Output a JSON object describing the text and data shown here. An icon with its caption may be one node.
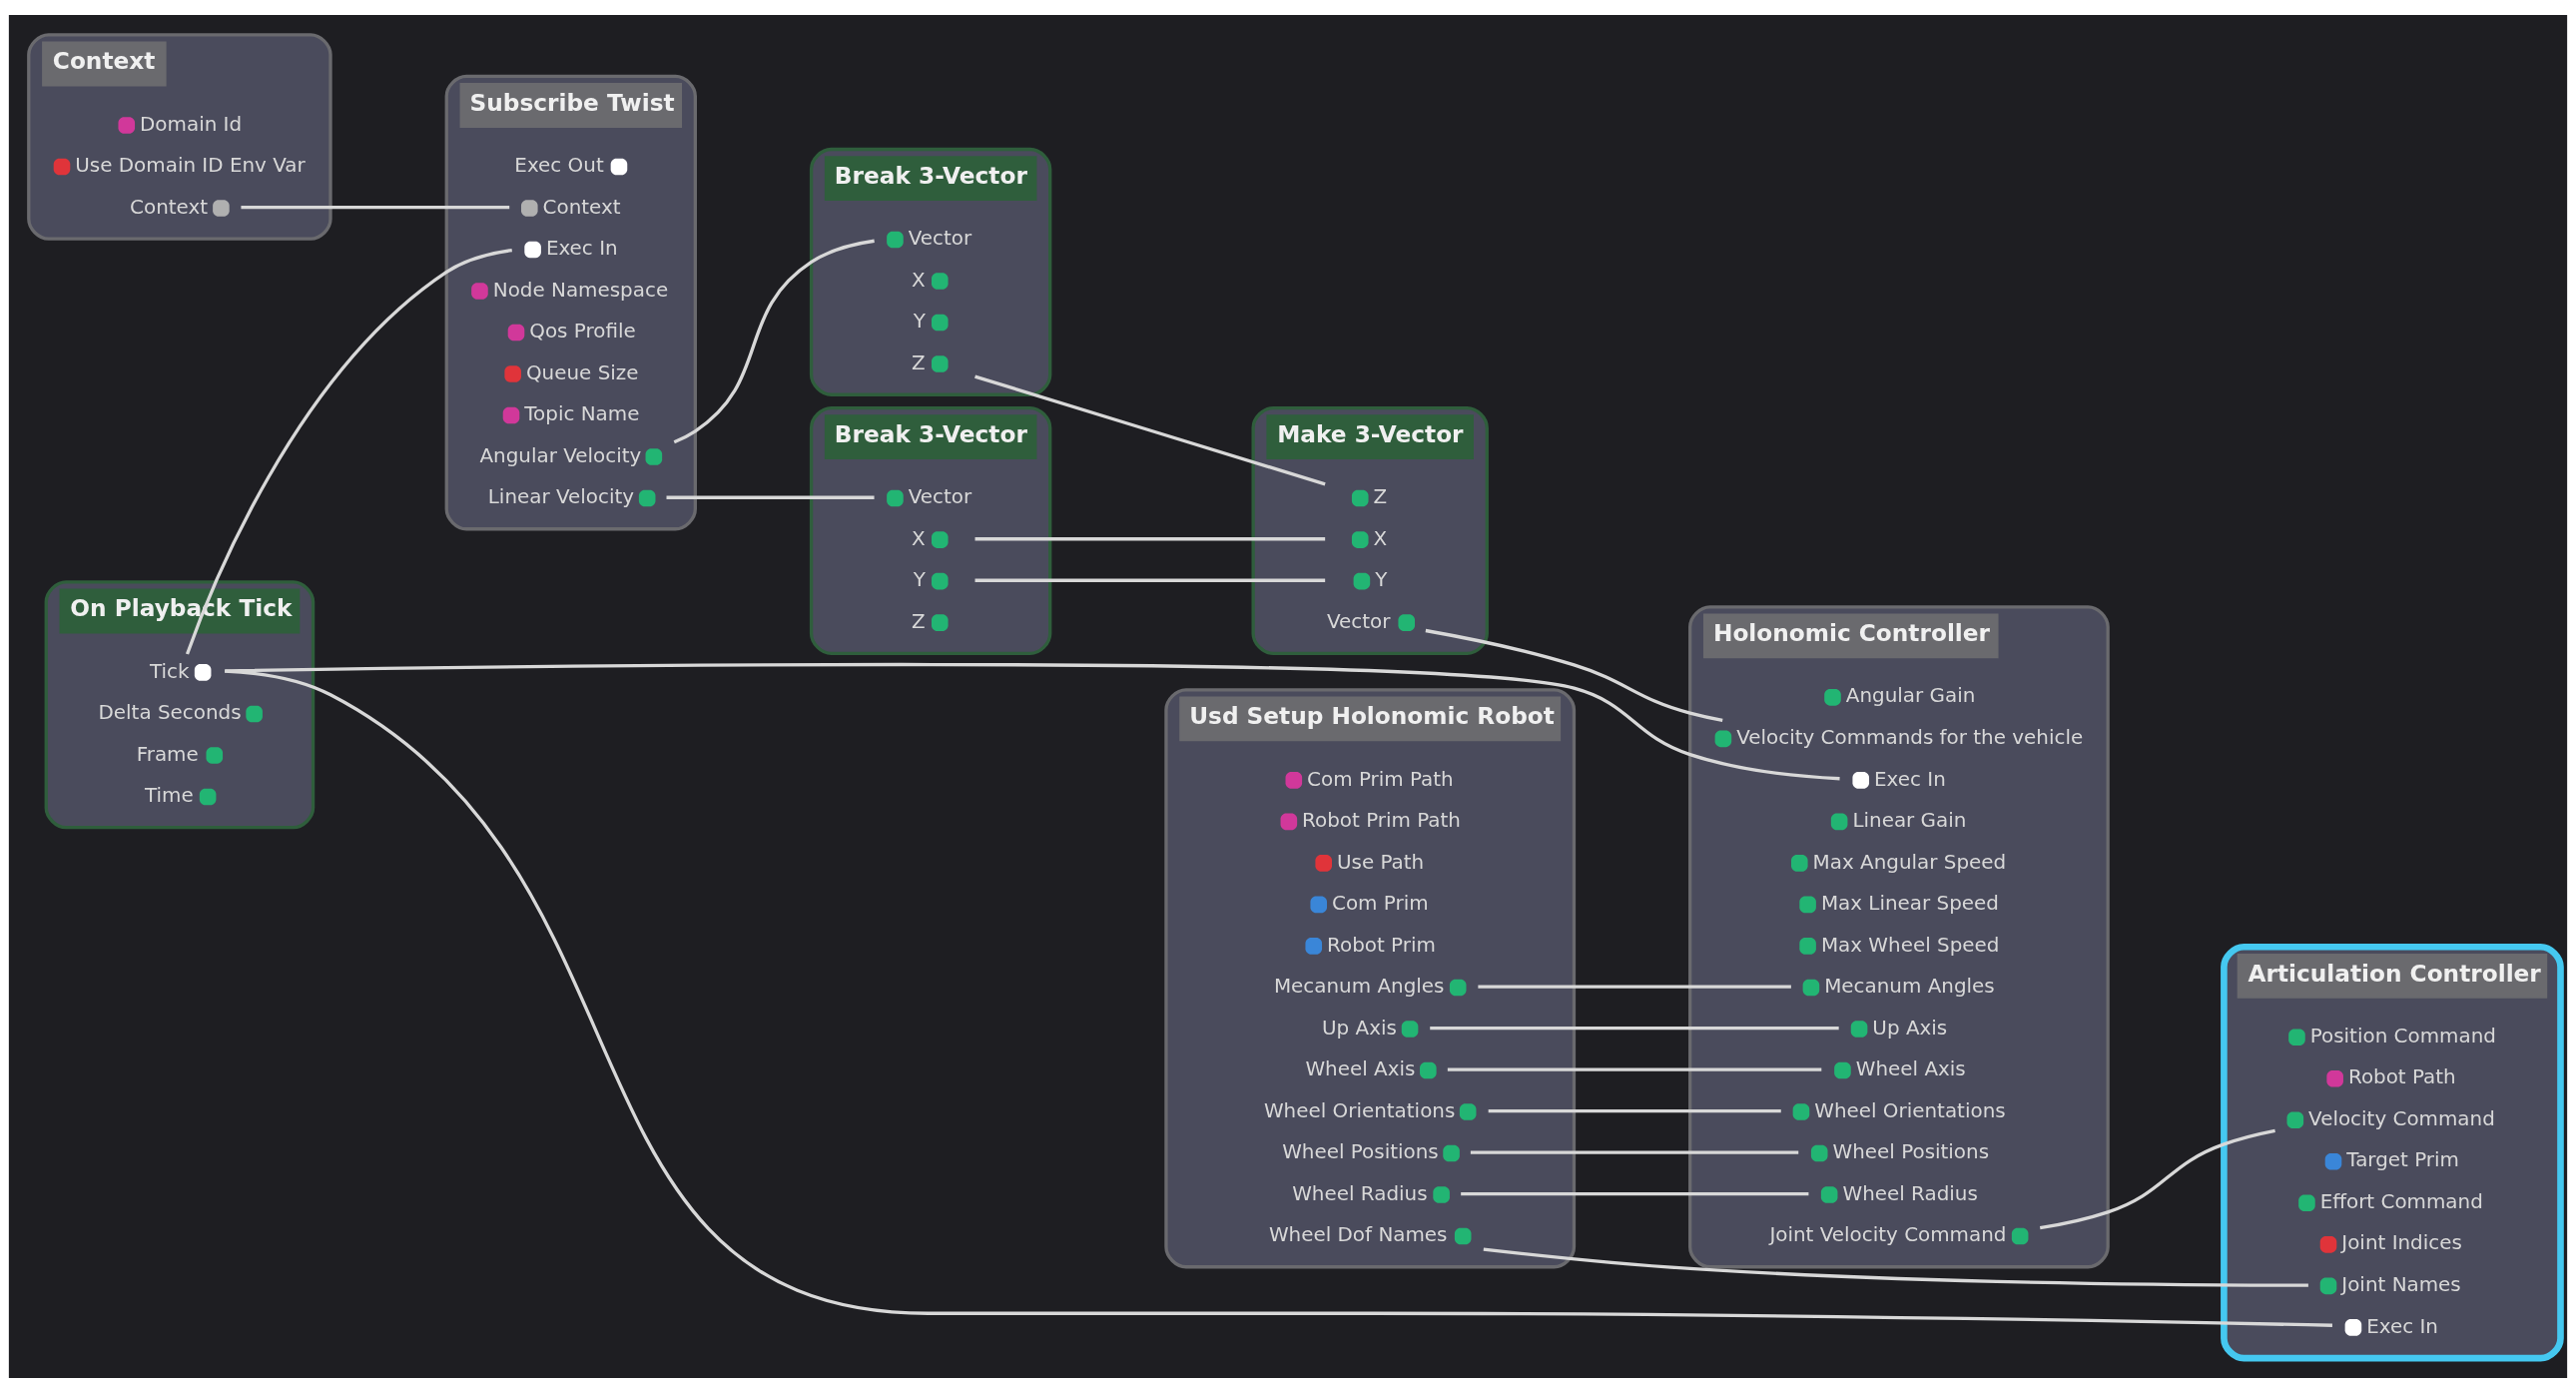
{
  "diagram": {
    "nodes": [
      {
        "text": [
          "On Playback Tick"
        ]
      },
      {
        "text": [
          "Tick"
        ],
        "in": 0
      },
      {
        "text": [
          "Delta Seconds"
        ],
        "in": 0
      },
      {
        "text": [
          "Frame"
        ],
        "in": 0
      },
      {
        "text": [
          "Time"
        ],
        "in": 0
      },
      {
        "text": [
          "Context"
        ]
      },
      {
        "text": [
          "Domain Id"
        ],
        "in": 5
      },
      {
        "text": [
          "Use Domain ID Env Var"
        ],
        "in": 5
      },
      {
        "text": [
          "Context"
        ],
        "in": 5
      },
      {
        "text": [
          "Subscribe Twist"
        ]
      },
      {
        "text": [
          "Exec In"
        ],
        "in": 9
      },
      {
        "text": [
          "Exec Out"
        ],
        "in": 9
      },
      {
        "text": [
          "Context"
        ],
        "in": 9
      },
      {
        "text": [
          "Node Namespace"
        ],
        "in": 9
      },
      {
        "text": [
          "Qos Profile"
        ],
        "in": 9
      },
      {
        "text": [
          "Queue Size"
        ],
        "in": 9
      },
      {
        "text": [
          "Topic Name"
        ],
        "in": 9
      },
      {
        "text": [
          "Angular Velocity"
        ],
        "in": 9
      },
      {
        "text": [
          "Linear Velocity"
        ],
        "in": 9
      },
      {
        "text": [
          "Break 3-Vector"
        ]
      },
      {
        "text": [
          "Vector"
        ],
        "in": 19
      },
      {
        "text": [
          "X"
        ],
        "in": 19
      },
      {
        "text": [
          "Y"
        ],
        "in": 19
      },
      {
        "text": [
          "Z"
        ],
        "in": 19
      },
      {
        "text": [
          "Break 3-Vector"
        ]
      },
      {
        "text": [
          "Vector"
        ],
        "in": 24
      },
      {
        "text": [
          "X"
        ],
        "in": 24
      },
      {
        "text": [
          "Y"
        ],
        "in": 24
      },
      {
        "text": [
          "Z"
        ],
        "in": 24
      },
      {
        "text": [
          "Make 3-Vector"
        ]
      },
      {
        "text": [
          "X"
        ],
        "in": 29
      },
      {
        "text": [
          "Y"
        ],
        "in": 29
      },
      {
        "text": [
          "Z"
        ],
        "in": 29
      },
      {
        "text": [
          "Vector"
        ],
        "in": 29
      },
      {
        "text": [
          "Usd Setup Holonomic Robot"
        ]
      },
      {
        "text": [
          "Com Prim Path"
        ],
        "in": 34
      },
      {
        "text": [
          "Robot Prim Path"
        ],
        "in": 34
      },
      {
        "text": [
          "Use Path"
        ],
        "in": 34
      },
      {
        "text": [
          "Com Prim"
        ],
        "in": 34
      },
      {
        "text": [
          "Robot Prim"
        ],
        "in": 34
      },
      {
        "text": [
          "Mecanum Angles"
        ],
        "in": 34
      },
      {
        "text": [
          "Up Axis"
        ],
        "in": 34
      },
      {
        "text": [
          "Wheel Axis"
        ],
        "in": 34
      },
      {
        "text": [
          "Wheel Dof Names"
        ],
        "in": 34
      },
      {
        "text": [
          "Wheel Orientations"
        ],
        "in": 34
      },
      {
        "text": [
          "Wheel Positions"
        ],
        "in": 34
      },
      {
        "text": [
          "Wheel Radius"
        ],
        "in": 34
      },
      {
        "text": [
          "Holonomic Controller"
        ]
      },
      {
        "text": [
          "Exec In"
        ],
        "in": 47
      },
      {
        "text": [
          "Angular Gain"
        ],
        "in": 47
      },
      {
        "text": [
          "Velocity Commands for the vehicle"
        ],
        "in": 47
      },
      {
        "text": [
          "Linear Gain"
        ],
        "in": 47
      },
      {
        "text": [
          "Max Angular Speed"
        ],
        "in": 47
      },
      {
        "text": [
          "Max Linear Speed"
        ],
        "in": 47
      },
      {
        "text": [
          "Max Wheel Speed"
        ],
        "in": 47
      },
      {
        "text": [
          "Mecanum Angles"
        ],
        "in": 47
      },
      {
        "text": [
          "Up Axis"
        ],
        "in": 47
      },
      {
        "text": [
          "Wheel Axis"
        ],
        "in": 47
      },
      {
        "text": [
          "Wheel Orientations"
        ],
        "in": 47
      },
      {
        "text": [
          "Wheel Positions"
        ],
        "in": 47
      },
      {
        "text": [
          "Wheel Radius"
        ],
        "in": 47
      },
      {
        "text": [
          "Joint Velocity Command"
        ],
        "in": 47
      },
      {
        "text": [
          "Articulation Controller"
        ]
      },
      {
        "text": [
          "Exec In"
        ],
        "in": 62
      },
      {
        "text": [
          "Effort Command"
        ],
        "in": 62
      },
      {
        "text": [
          "Joint Indices"
        ],
        "in": 62
      },
      {
        "text": [
          "Joint Names"
        ],
        "in": 62
      },
      {
        "text": [
          "Position Command"
        ],
        "in": 62
      },
      {
        "text": [
          "Robot Path"
        ],
        "in": 62
      },
      {
        "text": [
          "Velocity Command"
        ],
        "in": 62
      },
      {
        "text": [
          "Target Prim"
        ],
        "in": 62
      }
    ],
    "edges": [
      {
        "from": 1,
        "to": 48,
        "arrow": "none"
      },
      {
        "from": 1,
        "to": 63,
        "arrow": "none"
      },
      {
        "from": 1,
        "to": 10,
        "arrow": "none"
      },
      {
        "from": 8,
        "to": 12,
        "arrow": "none"
      },
      {
        "from": 17,
        "to": 20,
        "arrow": "none"
      },
      {
        "from": 18,
        "to": 25,
        "arrow": "none"
      },
      {
        "from": 26,
        "to": 30,
        "arrow": "none"
      },
      {
        "from": 27,
        "to": 31,
        "arrow": "none"
      },
      {
        "from": 23,
        "to": 32,
        "arrow": "none"
      },
      {
        "from": 33,
        "to": 50,
        "arrow": "none"
      },
      {
        "from": 40,
        "to": 55,
        "arrow": "none"
      },
      {
        "from": 41,
        "to": 56,
        "arrow": "none"
      },
      {
        "from": 42,
        "to": 57,
        "arrow": "none"
      },
      {
        "from": 44,
        "to": 58,
        "arrow": "none"
      },
      {
        "from": 45,
        "to": 59,
        "arrow": "none"
      },
      {
        "from": 46,
        "to": 60,
        "arrow": "none"
      },
      {
        "from": 43,
        "to": 66,
        "arrow": "none"
      },
      {
        "from": 61,
        "to": 69,
        "arrow": "none"
      }
    ]
  }
}
